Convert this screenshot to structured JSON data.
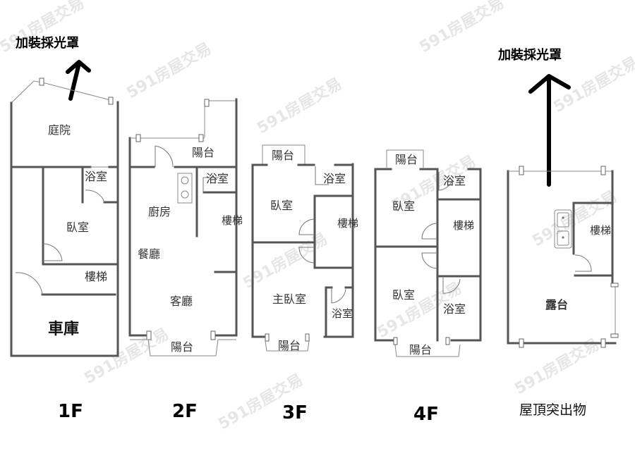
{
  "watermark": "591房屋交易",
  "annotations": {
    "left_skylight": "加裝採光罩",
    "right_skylight": "加裝採光罩"
  },
  "floors": [
    {
      "label": "1F",
      "rooms": {
        "courtyard": "庭院",
        "bathroom": "浴室",
        "bedroom": "臥室",
        "stairs": "樓梯",
        "garage": "車庫"
      }
    },
    {
      "label": "2F",
      "rooms": {
        "balcony_top": "陽台",
        "bathroom": "浴室",
        "kitchen": "廚房",
        "stairs": "樓梯",
        "dining": "餐廳",
        "living": "客廳",
        "balcony_bottom": "陽台"
      }
    },
    {
      "label": "3F",
      "rooms": {
        "balcony_top": "陽台",
        "bathroom": "浴室",
        "bedroom": "臥室",
        "stairs": "樓梯",
        "master_bedroom": "主臥室",
        "master_bath": "浴室",
        "balcony_bottom": "陽台"
      }
    },
    {
      "label": "4F",
      "rooms": {
        "balcony_top": "陽台",
        "bathroom_top": "浴室",
        "bedroom_top": "臥室",
        "stairs": "樓梯",
        "bedroom_bottom": "臥室",
        "bathroom_bottom": "浴室",
        "balcony_bottom": "陽台"
      }
    },
    {
      "label": "屋頂突出物",
      "rooms": {
        "stairs": "樓梯",
        "terrace": "露台"
      }
    }
  ]
}
